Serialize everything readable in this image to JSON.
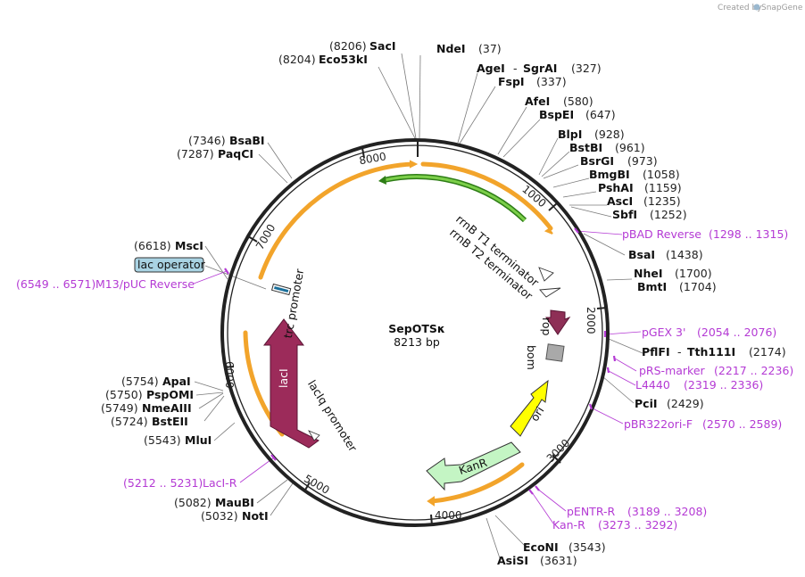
{
  "credit": {
    "prefix": "Created by",
    "brand": "SnapGene"
  },
  "plasmid": {
    "name": "SepOTSκ",
    "size": "8213 bp"
  },
  "ticks": [
    "1000",
    "2000",
    "3000",
    "4000",
    "5000",
    "6000",
    "7000",
    "8000"
  ],
  "features": {
    "rrnB_T1": "rrnB T1 terminator",
    "rrnB_T2": "rrnB T2 terminator",
    "rop": "rop",
    "bom": "bom",
    "ori": "ori",
    "kanR": "KanR",
    "lacI": "lacI",
    "lacIq": "lacIq promoter",
    "trc": "trc promoter",
    "lac_operator": "lac operator"
  },
  "enzymes_right": [
    {
      "name": "NdeI",
      "pos": "(37)"
    },
    {
      "name": "AgeI",
      "sep": "-",
      "name2": "SgrAI",
      "pos": "(327)"
    },
    {
      "name": "FspI",
      "pos": "(337)"
    },
    {
      "name": "AfeI",
      "pos": "(580)"
    },
    {
      "name": "BspEI",
      "pos": "(647)"
    },
    {
      "name": "BlpI",
      "pos": "(928)"
    },
    {
      "name": "BstBI",
      "pos": "(961)"
    },
    {
      "name": "BsrGI",
      "pos": "(973)"
    },
    {
      "name": "BmgBI",
      "pos": "(1058)"
    },
    {
      "name": "PshAI",
      "pos": "(1159)"
    },
    {
      "name": "AscI",
      "pos": "(1235)"
    },
    {
      "name": "SbfI",
      "pos": "(1252)"
    },
    {
      "name": "BsaI",
      "pos": "(1438)"
    },
    {
      "name": "NheI",
      "pos": "(1700)"
    },
    {
      "name": "BmtI",
      "pos": "(1704)"
    },
    {
      "name": "PflFI",
      "sep": "-",
      "name2": "Tth111I",
      "pos": "(2174)"
    },
    {
      "name": "PciI",
      "pos": "(2429)"
    },
    {
      "name": "EcoNI",
      "pos": "(3543)"
    },
    {
      "name": "AsiSI",
      "pos": "(3631)"
    }
  ],
  "enzymes_left": [
    {
      "name": "SacI",
      "pos": "(8206)"
    },
    {
      "name": "Eco53kI",
      "pos": "(8204)"
    },
    {
      "name": "BsaBI",
      "pos": "(7346)"
    },
    {
      "name": "PaqCI",
      "pos": "(7287)"
    },
    {
      "name": "MscI",
      "pos": "(6618)"
    },
    {
      "name": "ApaI",
      "pos": "(5754)"
    },
    {
      "name": "PspOMI",
      "pos": "(5750)"
    },
    {
      "name": "NmeAIII",
      "pos": "(5749)"
    },
    {
      "name": "BstEII",
      "pos": "(5724)"
    },
    {
      "name": "MluI",
      "pos": "(5543)"
    },
    {
      "name": "MauBI",
      "pos": "(5082)"
    },
    {
      "name": "NotI",
      "pos": "(5032)"
    }
  ],
  "primers": [
    {
      "name": "pBAD Reverse",
      "range": "(1298 .. 1315)"
    },
    {
      "name": "pGEX 3'",
      "range": "(2054 .. 2076)"
    },
    {
      "name": "pRS-marker",
      "range": "(2217 .. 2236)"
    },
    {
      "name": "L4440",
      "range": "(2319 .. 2336)"
    },
    {
      "name": "pBR322ori-F",
      "range": "(2570 .. 2589)"
    },
    {
      "name": "pENTR-R",
      "range": "(3189 .. 3208)"
    },
    {
      "name": "Kan-R",
      "range": "(3273 .. 3292)"
    },
    {
      "name": "LacI-R",
      "range": "(5212 .. 5231)"
    },
    {
      "name": "M13/pUC Reverse",
      "range": "(6549 .. 6571)"
    }
  ],
  "colors": {
    "backbone": "#222222",
    "orf": "#f2a42b",
    "terminator_arc": "#5bb431",
    "lacI": "#9c2b5a",
    "rop": "#8e2f56",
    "bom": "#a9a9a9",
    "ori": "#ffff00",
    "kanR": "#c4f5c4",
    "primer": "#b43ad4",
    "lac_operator": "#a9d3e3"
  }
}
